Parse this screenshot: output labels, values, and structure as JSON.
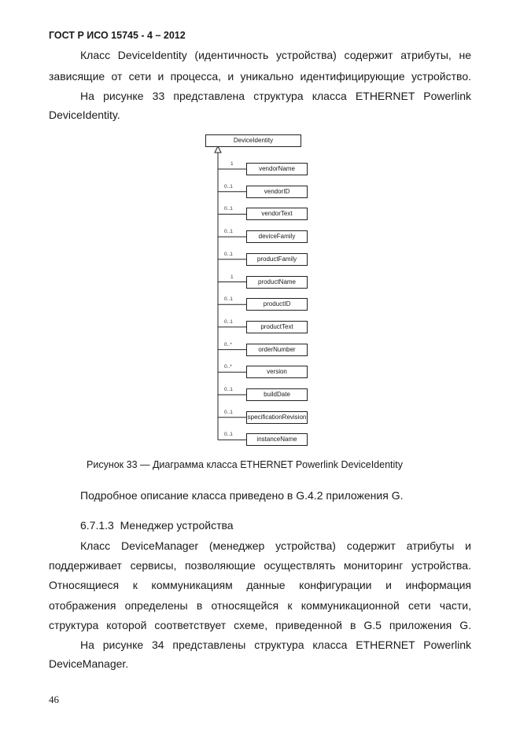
{
  "header": "ГОСТ Р ИСО 15745 - 4 – 2012",
  "paragraph1": {
    "line1": "Класс DeviceIdentity (идентичность устройства) содержит атрибуты, не",
    "line2": "зависящие от сети и процесса, и уникально идентифицирующие устройство."
  },
  "paragraph2": {
    "line1": "На рисунке 33 представлена структура класса ETHERNET Powerlink",
    "line2": "DeviceIdentity."
  },
  "diagram": {
    "class_name": "DeviceIdentity",
    "attributes": [
      {
        "name": "vendorName",
        "multiplicity": "1"
      },
      {
        "name": "vendorID",
        "multiplicity": "0..1"
      },
      {
        "name": "vendorText",
        "multiplicity": "0..1"
      },
      {
        "name": "deviceFamily",
        "multiplicity": "0..1"
      },
      {
        "name": "productFamily",
        "multiplicity": "0..1"
      },
      {
        "name": "productName",
        "multiplicity": "1"
      },
      {
        "name": "productID",
        "multiplicity": "0..1"
      },
      {
        "name": "productText",
        "multiplicity": "0..1"
      },
      {
        "name": "orderNumber",
        "multiplicity": "0..*"
      },
      {
        "name": "version",
        "multiplicity": "0..*"
      },
      {
        "name": "buildDate",
        "multiplicity": "0..1"
      },
      {
        "name": "specificationRevision",
        "multiplicity": "0..1"
      },
      {
        "name": "instanceName",
        "multiplicity": "0..1"
      }
    ]
  },
  "caption": "Рисунок 33 — Диаграмма класса ETHERNET Powerlink DeviceIdentity",
  "paragraph3": "Подробное описание класса приведено в G.4.2 приложения G.",
  "section": {
    "number": "6.7.1.3",
    "title": "Менеджер устройства"
  },
  "paragraph4": {
    "line1": "Класс DeviceManager (менеджер устройства) содержит атрибуты и",
    "line2": "поддерживает сервисы, позволяющие осуществлять мониторинг устройства.",
    "line3": "Относящиеся к коммуникациям данные конфигурации и информация",
    "line4": "отображения определены в относящейся к коммуникационной сети части,",
    "line5": "структура которой соответствует схеме, приведенной в G.5 приложения G."
  },
  "paragraph5": {
    "line1": "На рисунке 34 представлены структура класса ETHERNET Powerlink",
    "line2": "DeviceManager."
  },
  "page_number": "46"
}
